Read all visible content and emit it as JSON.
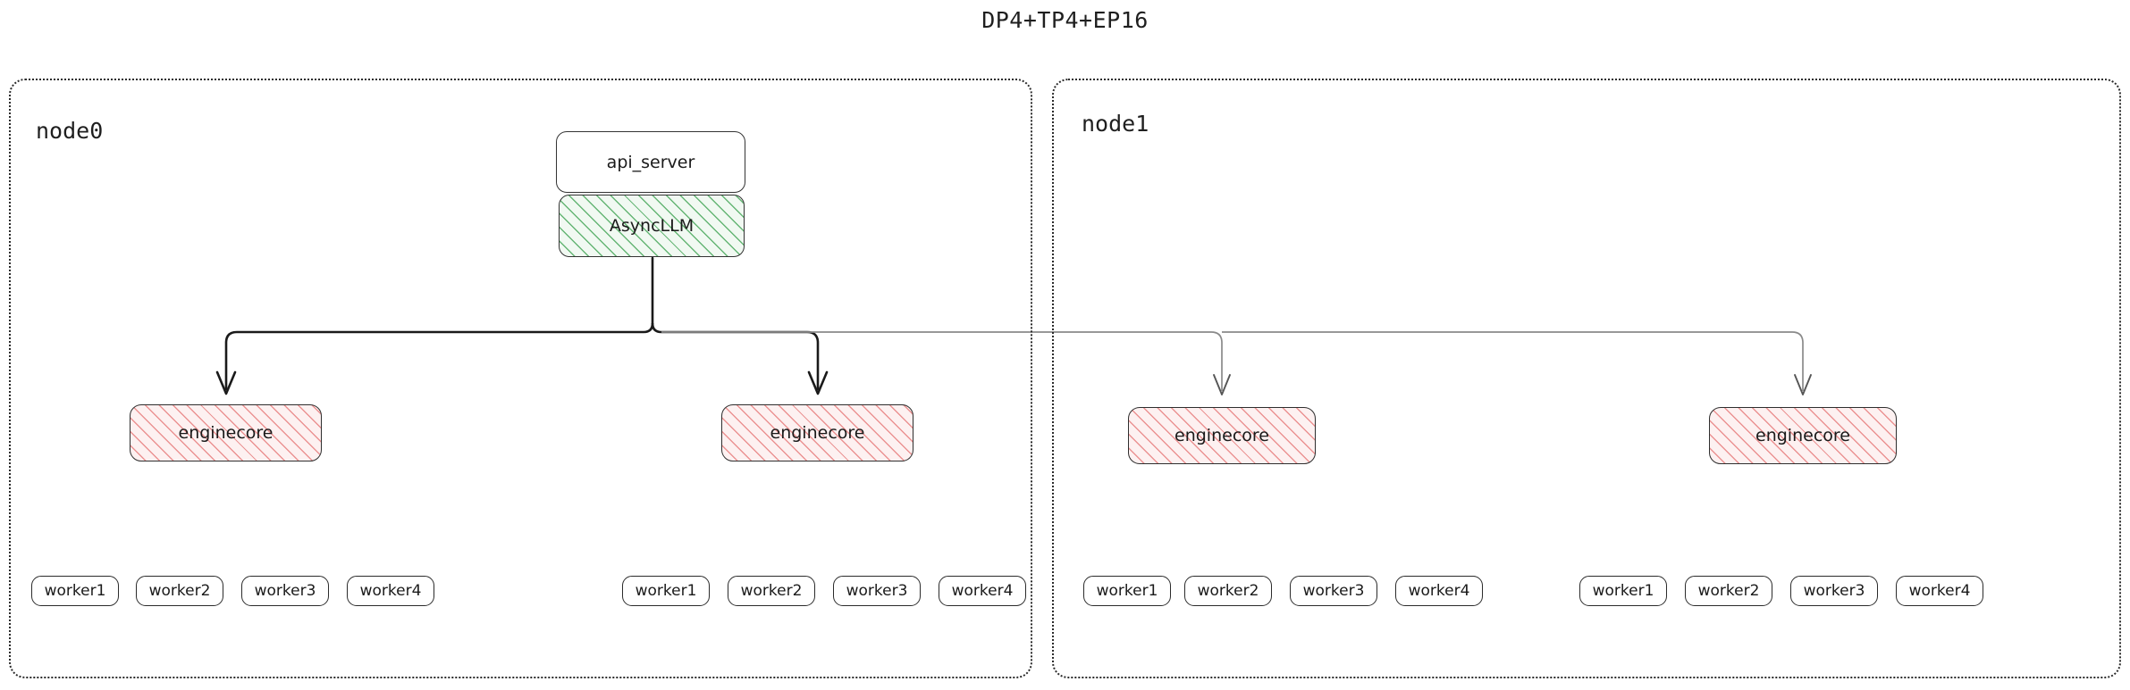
{
  "title": "DP4+TP4+EP16",
  "colors": {
    "text": "#1a1a1a",
    "box_border": "#333333",
    "node_border": "#2b2b2b",
    "green_hatch": "#5eb26e",
    "pink_hatch": "#e88282",
    "edge_local": "#1a1a1a",
    "edge_remote": "#8a8a8a",
    "background": "#ffffff"
  },
  "nodes": [
    {
      "id": "node0",
      "label": "node0",
      "engines": [
        {
          "label": "enginecore",
          "workers": [
            "worker1",
            "worker2",
            "worker3",
            "worker4"
          ]
        },
        {
          "label": "enginecore",
          "workers": [
            "worker1",
            "worker2",
            "worker3",
            "worker4"
          ]
        }
      ]
    },
    {
      "id": "node1",
      "label": "node1",
      "engines": [
        {
          "label": "enginecore",
          "workers": [
            "worker1",
            "worker2",
            "worker3",
            "worker4"
          ]
        },
        {
          "label": "enginecore",
          "workers": [
            "worker1",
            "worker2",
            "worker3",
            "worker4"
          ]
        }
      ]
    }
  ],
  "frontend": {
    "api_server": "api_server",
    "async_llm": "AsyncLLM"
  },
  "edges": [
    {
      "from": "AsyncLLM",
      "to": "node0.enginecore0",
      "style": "local"
    },
    {
      "from": "AsyncLLM",
      "to": "node0.enginecore1",
      "style": "local"
    },
    {
      "from": "AsyncLLM",
      "to": "node1.enginecore0",
      "style": "remote"
    },
    {
      "from": "AsyncLLM",
      "to": "node1.enginecore1",
      "style": "remote"
    }
  ]
}
